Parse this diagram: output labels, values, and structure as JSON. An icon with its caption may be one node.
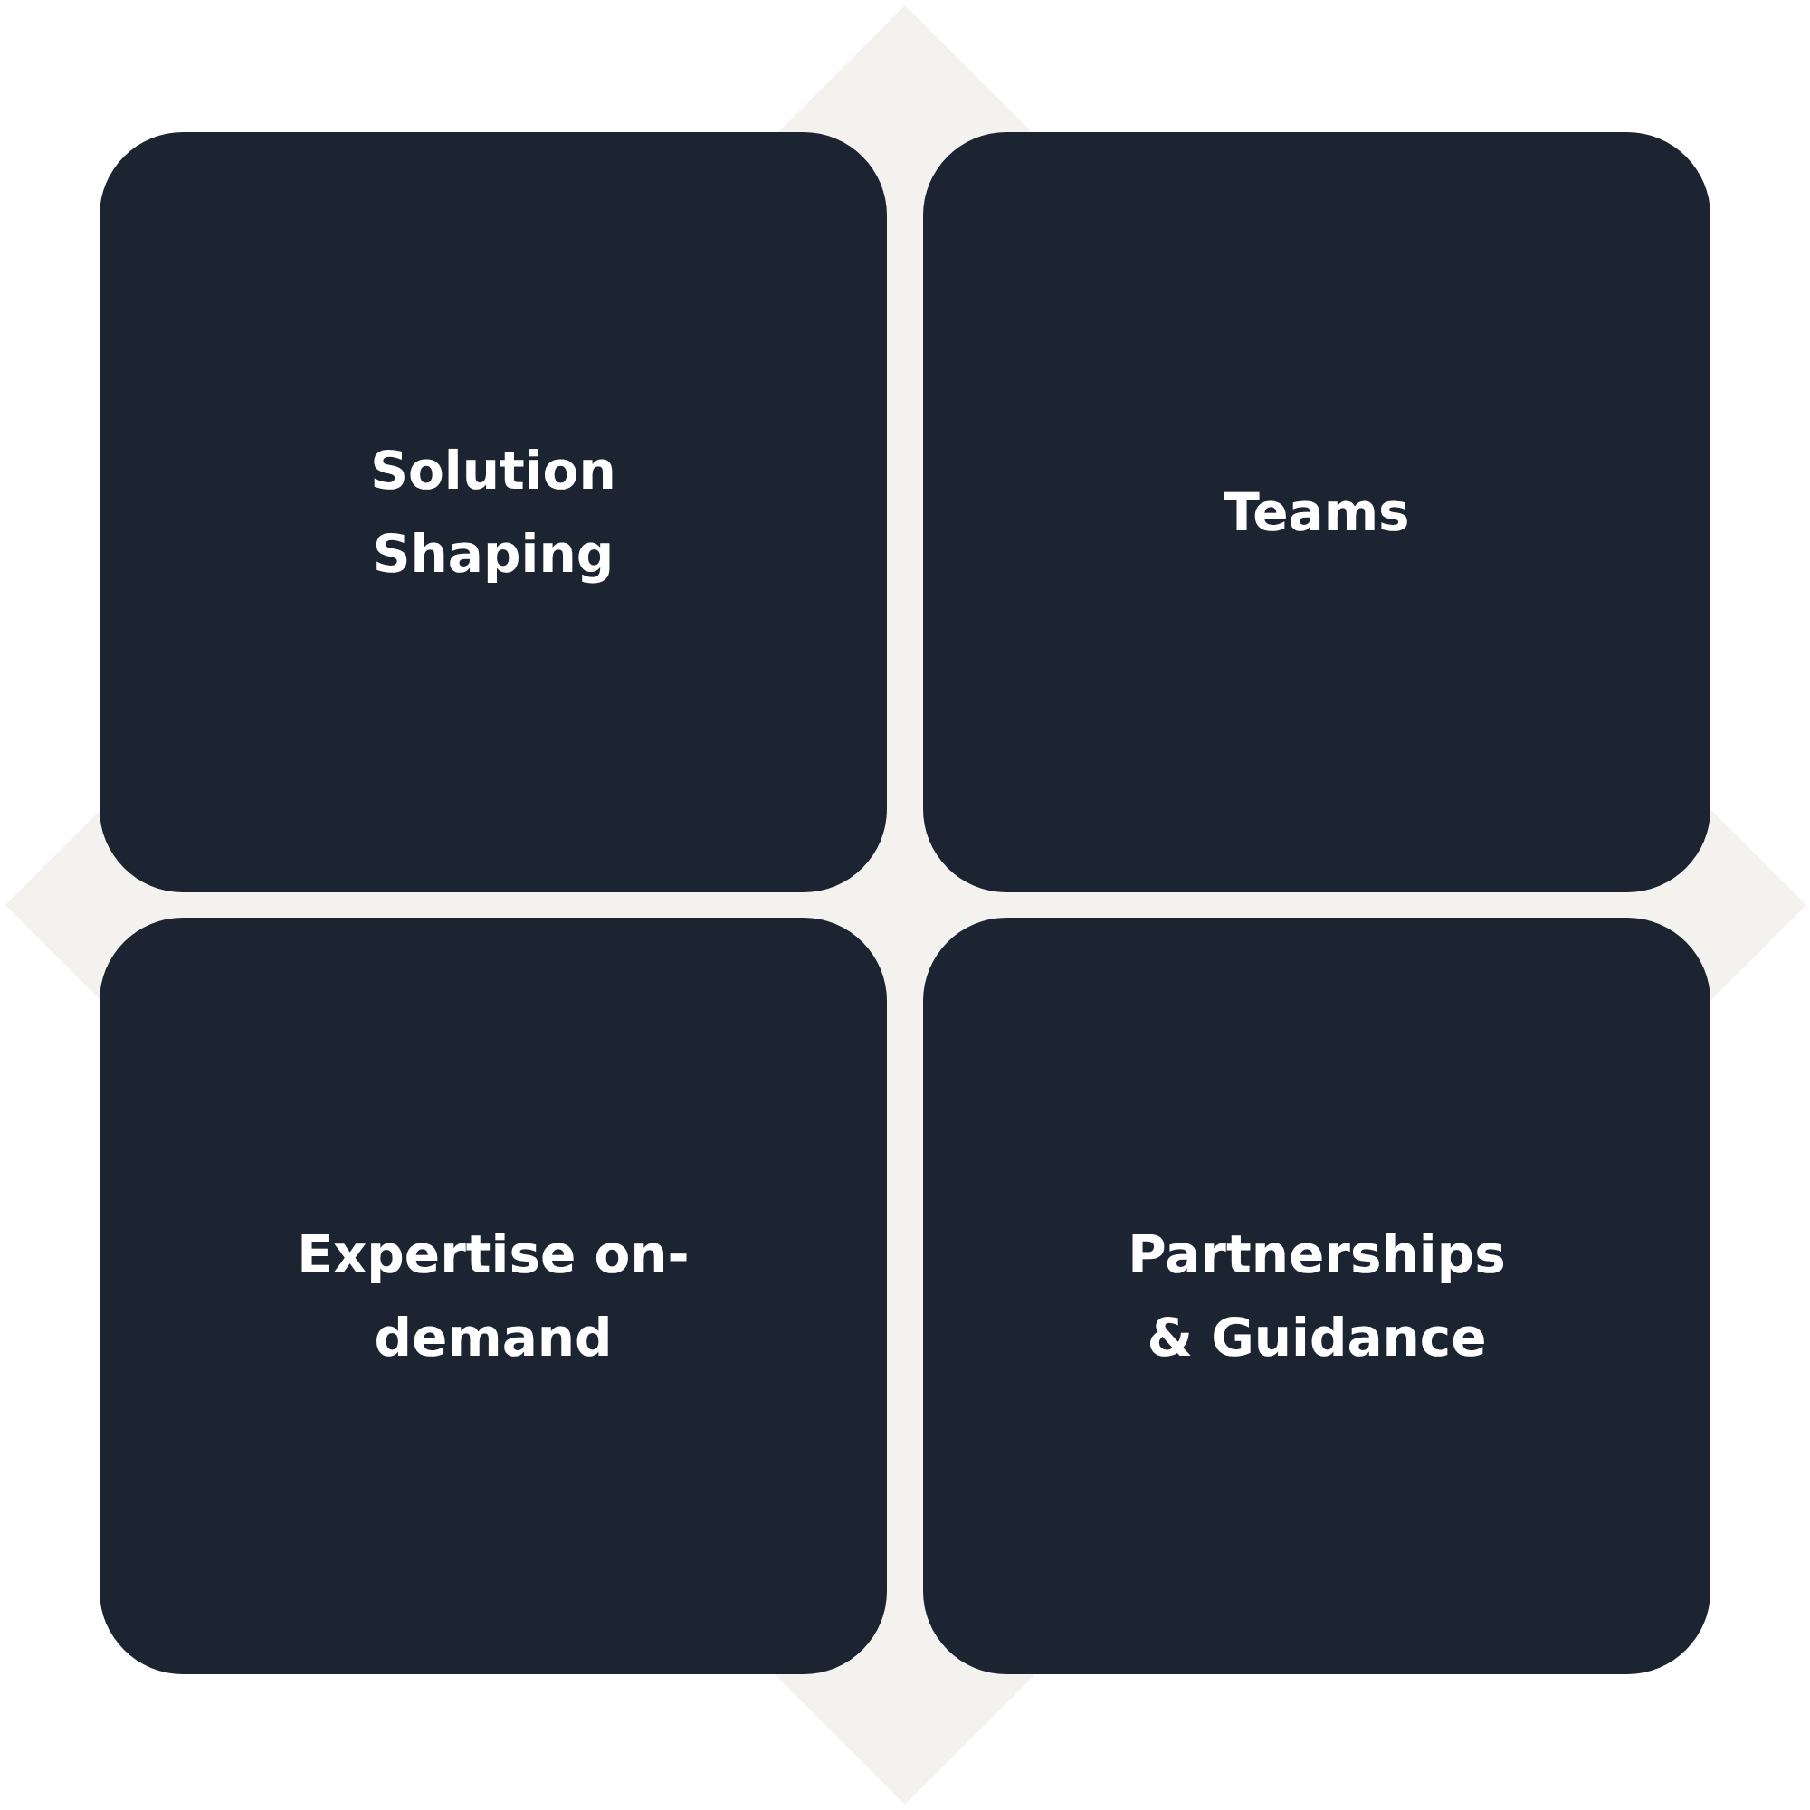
{
  "diagram": {
    "nodes": [
      {
        "text": [
          "Solution Shaping"
        ]
      },
      {
        "text": [
          "Teams"
        ]
      },
      {
        "text": [
          "Expertise on-demand"
        ]
      },
      {
        "text": [
          "Partnerships & Guidance"
        ]
      }
    ]
  }
}
